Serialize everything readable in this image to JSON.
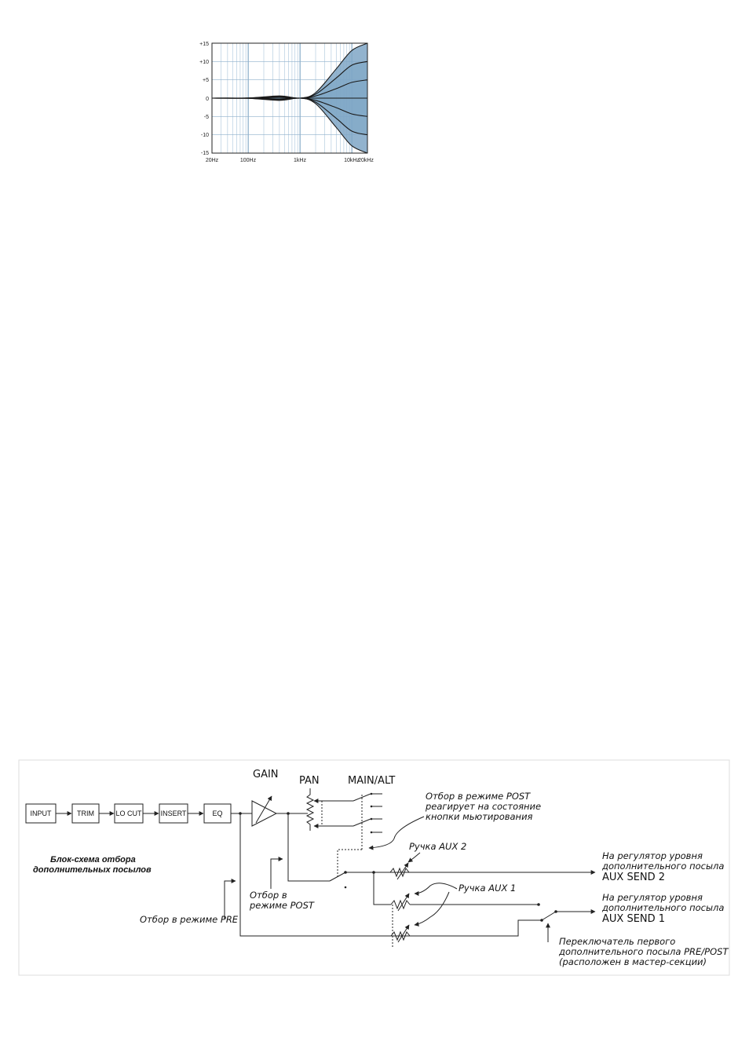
{
  "chart_data": {
    "type": "line",
    "x_ticks": [
      "20Hz",
      "100Hz",
      "1kHz",
      "10kHz",
      "20kHz"
    ],
    "y_ticks": [
      "+15",
      "+10",
      "+5",
      "0",
      "-5",
      "-10",
      "-15"
    ],
    "xscale": "log",
    "xlim": [
      20,
      20000
    ],
    "ylim": [
      -15,
      15
    ],
    "grid": true,
    "fill_color": "#7fa6c6",
    "line_color": "#1a1a1a",
    "series": [
      {
        "x": [
          20,
          100,
          400,
          1000,
          2000,
          5000,
          10000,
          20000
        ],
        "y": [
          0,
          0.05,
          0.6,
          0,
          1.5,
          8,
          13,
          15
        ]
      },
      {
        "x": [
          20,
          100,
          400,
          1000,
          2000,
          5000,
          10000,
          20000
        ],
        "y": [
          0,
          0.04,
          0.45,
          0,
          1.1,
          5.5,
          9,
          10
        ]
      },
      {
        "x": [
          20,
          100,
          400,
          1000,
          2000,
          5000,
          10000,
          20000
        ],
        "y": [
          0,
          0.03,
          0.3,
          0,
          0.6,
          2.6,
          4.3,
          5
        ]
      },
      {
        "x": [
          20,
          100,
          400,
          1000,
          2000,
          5000,
          10000,
          20000
        ],
        "y": [
          0,
          0,
          0,
          0,
          0,
          0,
          0,
          0
        ]
      },
      {
        "x": [
          20,
          100,
          400,
          1000,
          2000,
          5000,
          10000,
          20000
        ],
        "y": [
          0,
          -0.03,
          -0.3,
          0,
          -0.6,
          -2.6,
          -4.3,
          -5
        ]
      },
      {
        "x": [
          20,
          100,
          400,
          1000,
          2000,
          5000,
          10000,
          20000
        ],
        "y": [
          0,
          -0.04,
          -0.45,
          0,
          -1.1,
          -5.5,
          -9,
          -10
        ]
      },
      {
        "x": [
          20,
          100,
          400,
          1000,
          2000,
          5000,
          10000,
          20000
        ],
        "y": [
          0,
          -0.05,
          -0.6,
          0,
          -1.5,
          -8,
          -13,
          -15
        ]
      }
    ]
  },
  "diagram": {
    "blocks": {
      "input": "INPUT",
      "trim": "TRIM",
      "locut": "LO CUT",
      "insert": "INSERT",
      "eq": "EQ"
    },
    "labels": {
      "gain": "GAIN",
      "pan": "PAN",
      "mainalt": "MAIN/ALT",
      "post_note_1": "Отбор в режиме POST",
      "post_note_2": "реагирует на состояние",
      "post_note_3": "кнопки мьютирования",
      "aux2_knob": "Ручка AUX 2",
      "aux1_knob": "Ручка AUX 1",
      "to_aux2_1": "На регулятор уровня",
      "to_aux2_2": "дополнительного посыла",
      "to_aux2_3": "AUX SEND 2",
      "to_aux1_1": "На регулятор уровня",
      "to_aux1_2": "дополнительного посыла",
      "to_aux1_3": "AUX SEND 1",
      "title_1": "Блок-схема отбора",
      "title_2": "дополнительных посылов",
      "post_tap_1": "Отбор в",
      "post_tap_2": "режиме POST",
      "pre_tap": "Отбор в режиме PRE",
      "switch_1": "Переключатель первого",
      "switch_2": "дополнительного посыла PRE/POST",
      "switch_3": "(расположен в мастер-секции)"
    }
  }
}
